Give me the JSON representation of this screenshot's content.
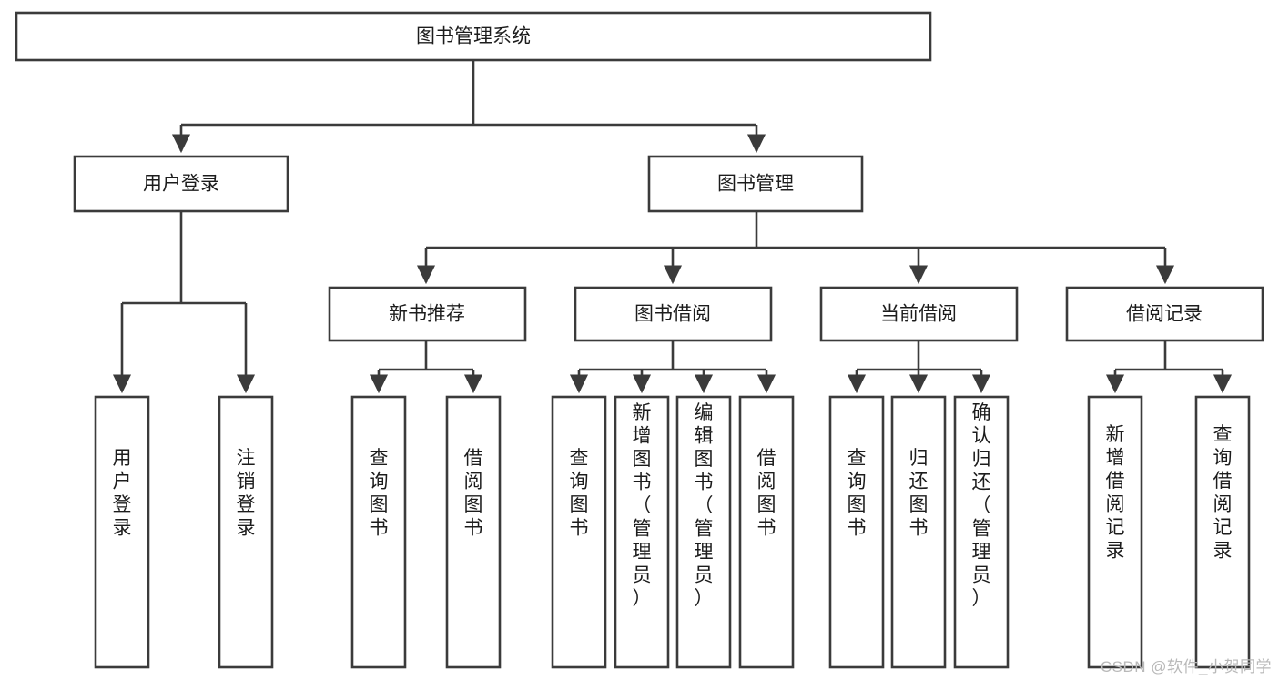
{
  "diagram": {
    "type": "tree-hierarchy-functional-decomposition",
    "title": "图书管理系统",
    "watermark": "CSDN @软件_小贺同学",
    "colors": {
      "stroke": "#3b3b3b",
      "fill": "#ffffff",
      "text": "#1c1c1c",
      "watermark": "#b9b9b9"
    },
    "levels": {
      "root": {
        "label": "图书管理系统"
      },
      "level2": [
        {
          "id": "user-login",
          "label": "用户登录"
        },
        {
          "id": "book-management",
          "label": "图书管理"
        }
      ],
      "level3": [
        {
          "id": "new-book-recommend",
          "label": "新书推荐",
          "parent": "book-management"
        },
        {
          "id": "book-borrow",
          "label": "图书借阅",
          "parent": "book-management"
        },
        {
          "id": "current-borrow",
          "label": "当前借阅",
          "parent": "book-management"
        },
        {
          "id": "borrow-record",
          "label": "借阅记录",
          "parent": "book-management"
        }
      ],
      "leaves": [
        {
          "id": "leaf-user-login",
          "label": "用户登录",
          "parent": "user-login"
        },
        {
          "id": "leaf-logout-login",
          "label": "注销登录",
          "parent": "user-login"
        },
        {
          "id": "leaf-query-book-1",
          "label": "查询图书",
          "parent": "new-book-recommend"
        },
        {
          "id": "leaf-borrow-book-1",
          "label": "借阅图书",
          "parent": "new-book-recommend"
        },
        {
          "id": "leaf-query-book-2",
          "label": "查询图书",
          "parent": "book-borrow"
        },
        {
          "id": "leaf-add-book",
          "label": "新增图书（管理员）",
          "parent": "book-borrow"
        },
        {
          "id": "leaf-edit-book",
          "label": "编辑图书（管理员）",
          "parent": "book-borrow"
        },
        {
          "id": "leaf-borrow-book-2",
          "label": "借阅图书",
          "parent": "book-borrow"
        },
        {
          "id": "leaf-query-book-3",
          "label": "查询图书",
          "parent": "current-borrow"
        },
        {
          "id": "leaf-return-book",
          "label": "归还图书",
          "parent": "current-borrow"
        },
        {
          "id": "leaf-confirm-return",
          "label": "确认归还（管理员）",
          "parent": "current-borrow"
        },
        {
          "id": "leaf-add-record",
          "label": "新增借阅记录",
          "parent": "borrow-record"
        },
        {
          "id": "leaf-query-record",
          "label": "查询借阅记录",
          "parent": "borrow-record"
        }
      ]
    }
  }
}
